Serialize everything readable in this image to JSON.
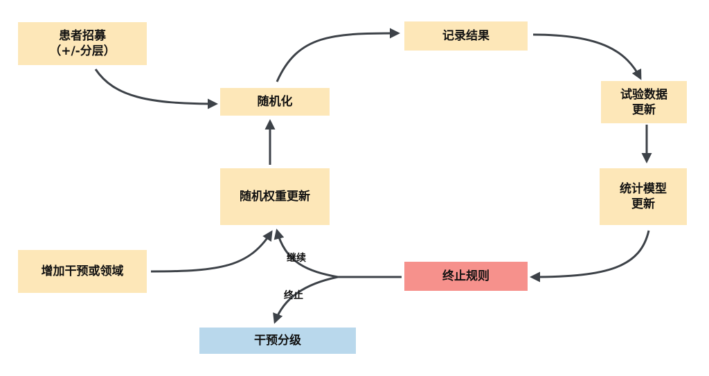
{
  "nodes": {
    "recruit": "患者招募\n（+/-分层）",
    "randomize": "随机化",
    "record": "记录结果",
    "trial_update": "试验数据\n更新",
    "model_update": "统计模型\n更新",
    "stop_rule": "终止规则",
    "weight_update": "随机权重更新",
    "add_arm": "增加干预或领域",
    "grade": "干预分级"
  },
  "edge_labels": {
    "continue": "继续",
    "stop": "终止"
  },
  "colors": {
    "node_fill": "#fde7b8",
    "stop_fill": "#f6918c",
    "grade_fill": "#b9d8ec",
    "arrow": "#3d4248"
  }
}
